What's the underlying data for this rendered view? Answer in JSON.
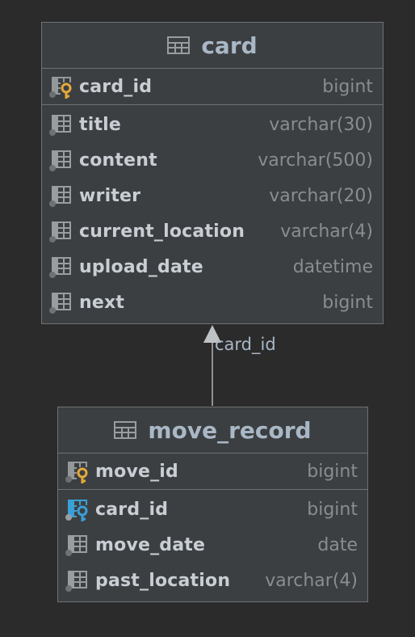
{
  "tables": [
    {
      "name": "card",
      "pk": [
        {
          "name": "card_id",
          "type": "bigint",
          "icon": "primary-key-icon"
        }
      ],
      "columns": [
        {
          "name": "title",
          "type": "varchar(30)",
          "icon": "column-icon"
        },
        {
          "name": "content",
          "type": "varchar(500)",
          "icon": "column-icon"
        },
        {
          "name": "writer",
          "type": "varchar(20)",
          "icon": "column-icon"
        },
        {
          "name": "current_location",
          "type": "varchar(4)",
          "icon": "column-icon"
        },
        {
          "name": "upload_date",
          "type": "datetime",
          "icon": "column-icon"
        },
        {
          "name": "next",
          "type": "bigint",
          "icon": "column-icon"
        }
      ]
    },
    {
      "name": "move_record",
      "pk": [
        {
          "name": "move_id",
          "type": "bigint",
          "icon": "primary-key-icon"
        }
      ],
      "columns": [
        {
          "name": "card_id",
          "type": "bigint",
          "icon": "foreign-key-icon"
        },
        {
          "name": "move_date",
          "type": "date",
          "icon": "column-icon"
        },
        {
          "name": "past_location",
          "type": "varchar(4)",
          "icon": "column-icon"
        }
      ]
    }
  ],
  "relation": {
    "from": "move_record",
    "to": "card",
    "label": "card_id"
  },
  "colors": {
    "background": "#2b2b2b",
    "table_fill": "#3c3f41",
    "border": "#6f7173",
    "primary_key": "#e5a93a",
    "foreign_key": "#3aa0d8",
    "column_icon": "#9a9da0"
  }
}
